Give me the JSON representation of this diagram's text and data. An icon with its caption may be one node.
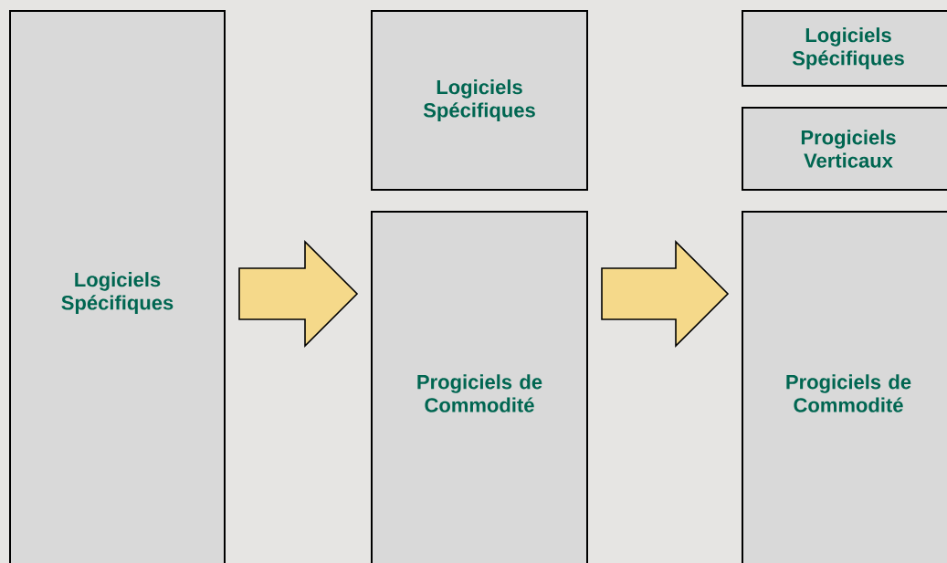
{
  "diagram": {
    "nodes": [
      {
        "text": [
          "Logiciels Spécifiques"
        ]
      },
      {
        "text": [
          "Logiciels Spécifiques"
        ]
      },
      {
        "text": [
          "Progiciels de Commodité"
        ]
      },
      {
        "text": [
          "Logiciels Spécifiques"
        ]
      },
      {
        "text": [
          "Progiciels Verticaux"
        ]
      },
      {
        "text": [
          "Progiciels de Commodité"
        ]
      }
    ],
    "edges": [
      {
        "from": 0,
        "to": 2,
        "arrow": "to"
      },
      {
        "from": 2,
        "to": 5,
        "arrow": "to"
      }
    ]
  }
}
